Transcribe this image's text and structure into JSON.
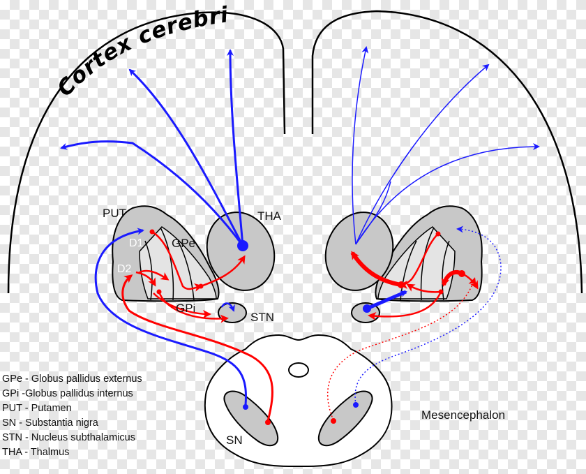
{
  "title": "Cortex cerebri",
  "labels": {
    "put": "PUT",
    "tha": "THA",
    "d1": "D1",
    "d2": "D2",
    "gpe": "GPe",
    "gpi": "GPi",
    "stn": "STN",
    "sn": "SN",
    "mesencephalon": "Mesencephalon"
  },
  "legend": [
    "GPe - Globus pallidus externus",
    "GPi -Globus pallidus internus",
    "PUT - Putamen",
    "SN - Substantia nigra",
    "STN - Nucleus subthalamicus",
    "THA - Thalmus"
  ],
  "colors": {
    "direct_pathway": "#ff0000",
    "thalamocortical": "#1a1aff",
    "structure_fill": "#c8c8c8",
    "outline": "#000000"
  }
}
